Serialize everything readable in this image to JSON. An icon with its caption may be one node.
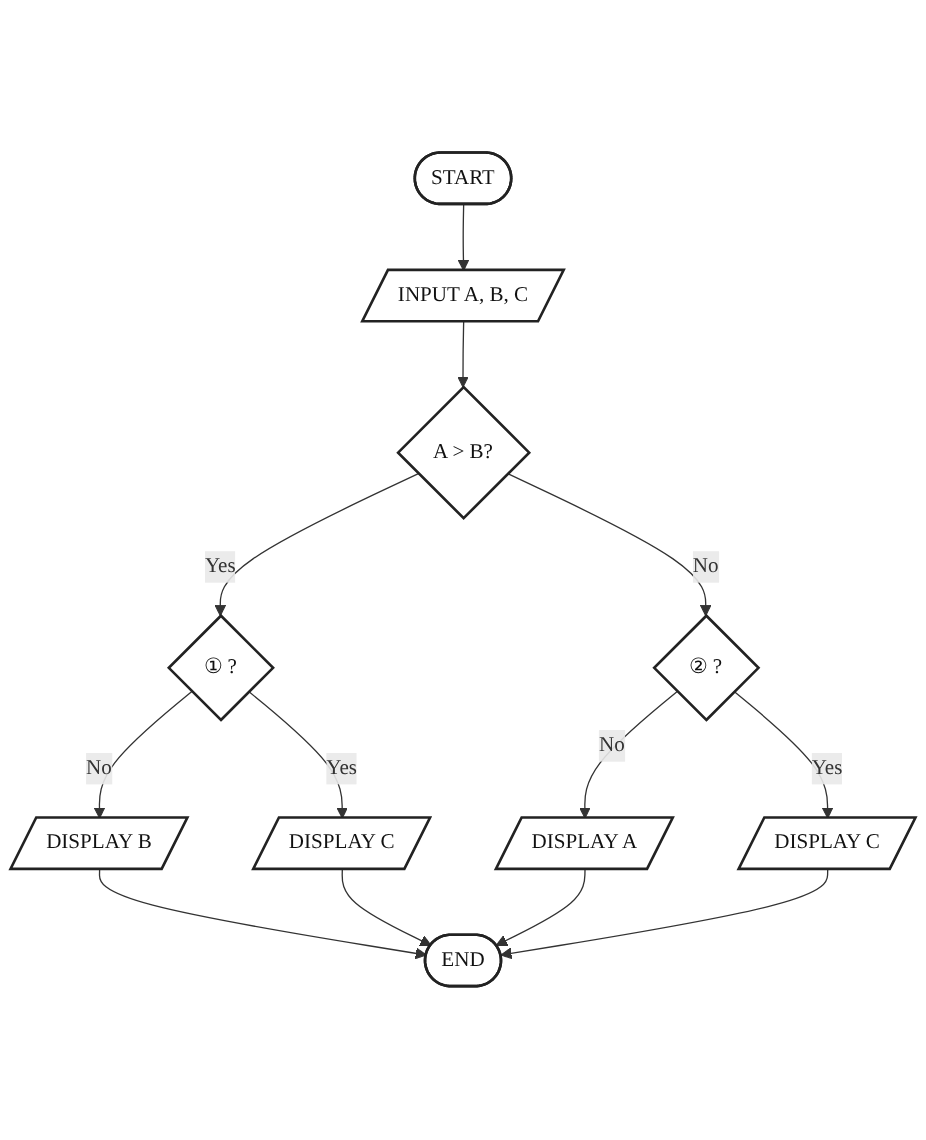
{
  "diagram": {
    "nodes": [
      {
        "text": [
          "START"
        ]
      },
      {
        "text": [
          "INPUT A, B, C"
        ]
      },
      {
        "text": [
          "A > B?"
        ]
      },
      {
        "text": [
          "① ?"
        ]
      },
      {
        "text": [
          "DISPLAY C"
        ]
      },
      {
        "text": [
          "② ?"
        ]
      },
      {
        "text": [
          "DISPLAY A"
        ]
      },
      {
        "text": [
          "DISPLAY B"
        ]
      },
      {
        "text": [
          "DISPLAY C"
        ]
      },
      {
        "text": [
          "END"
        ]
      }
    ],
    "edges": [
      {
        "from": 0,
        "to": 1,
        "arrow": "to"
      },
      {
        "from": 1,
        "to": 2,
        "arrow": "to"
      },
      {
        "from": 2,
        "to": 3,
        "arrow": "to",
        "label": "Yes"
      },
      {
        "from": 2,
        "to": 5,
        "arrow": "to",
        "label": "No"
      },
      {
        "from": 3,
        "to": 4,
        "arrow": "to",
        "label": "Yes"
      },
      {
        "from": 3,
        "to": 7,
        "arrow": "to",
        "label": "No"
      },
      {
        "from": 5,
        "to": 6,
        "arrow": "to",
        "label": "No"
      },
      {
        "from": 5,
        "to": 8,
        "arrow": "to",
        "label": "Yes"
      },
      {
        "from": 7,
        "to": 9,
        "arrow": "to"
      },
      {
        "from": 4,
        "to": 9,
        "arrow": "to"
      },
      {
        "from": 6,
        "to": 9,
        "arrow": "to"
      },
      {
        "from": 8,
        "to": 9,
        "arrow": "to"
      }
    ]
  }
}
